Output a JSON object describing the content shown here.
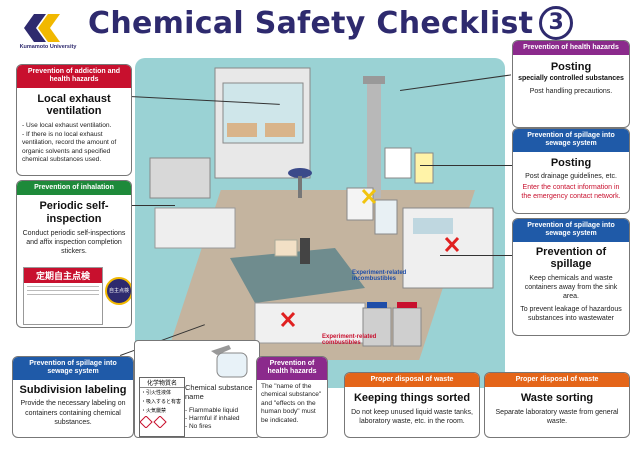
{
  "logo": {
    "university": "Kumamoto University"
  },
  "title": {
    "text": "Chemical Safety Checklist",
    "number": "3"
  },
  "cards": {
    "exhaust": {
      "header": "Prevention of addiction and health hazards",
      "title": "Local exhaust ventilation",
      "bullets": [
        "- Use local exhaust ventilation.",
        "- If there is no local exhaust ventilation, record the amount of organic solvents and specified chemical substances used."
      ]
    },
    "inspection": {
      "header": "Prevention of inhalation",
      "title": "Periodic self-inspection",
      "body": "Conduct periodic self-inspections and affix inspection completion stickers.",
      "sticker": "定期自主点検",
      "sticker_badge": "自主点検済"
    },
    "posting1": {
      "header": "Prevention of health hazards",
      "title": "Posting",
      "subtitle": "specially controlled substances",
      "body": "Post handling precautions."
    },
    "posting2": {
      "header": "Prevention of spillage into sewage system",
      "title": "Posting",
      "body": "Post drainage guidelines, etc.",
      "note": "Enter the contact information in the emergency contact network."
    },
    "spillage": {
      "header": "Prevention of spillage into sewage system",
      "title": "Prevention of spillage",
      "body1": "Keep chemicals and waste containers away from the sink area.",
      "body2": "To prevent leakage of hazardous substances into wastewater"
    },
    "subdivision": {
      "header": "Prevention of spillage into sewage system",
      "title": "Subdivision labeling",
      "body": "Provide the necessary labeling on containers containing chemical substances.",
      "label_title": "化学物質名",
      "label_lines": [
        "・引火性液体",
        "・吸入すると有害",
        "・火気厳禁"
      ],
      "name_label": "Chemical substance name",
      "name_list": [
        "- Flammable liquid",
        "- Harmful if inhaled",
        "- No fires"
      ]
    },
    "health": {
      "header": "Prevention of health hazards",
      "body": "The \"name of the chemical substance\" and \"effects on the human body\" must be indicated."
    },
    "sorted": {
      "header": "Proper disposal of waste",
      "title": "Keeping things sorted",
      "body": "Do not keep unused liquid waste tanks, laboratory waste, etc. in the room."
    },
    "waste": {
      "header": "Proper disposal of waste",
      "title": "Waste sorting",
      "body": "Separate laboratory waste from general waste."
    }
  },
  "scene": {
    "incombustibles": "Experiment-related incombustibles",
    "combustibles": "Experiment-related combustibles"
  }
}
